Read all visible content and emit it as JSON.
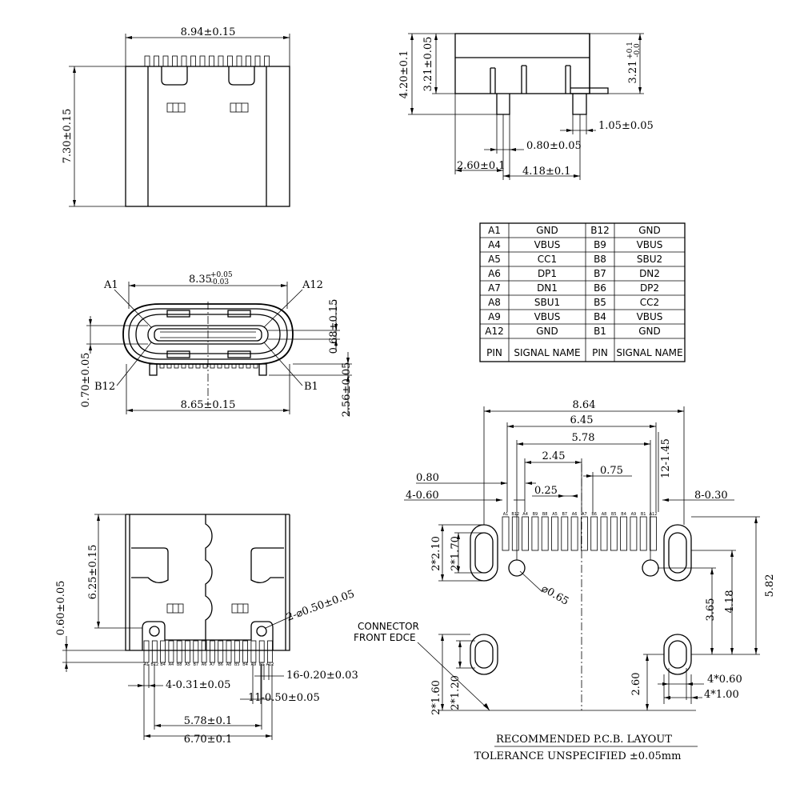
{
  "top_view": {
    "width": "8.94±0.15",
    "height": "7.30±0.15"
  },
  "side_view": {
    "height_total": "4.20±0.1",
    "height_body": "3.21±0.05",
    "height_right": "3.21",
    "height_right_tol_upper": "+0.1",
    "height_right_tol_lower": "-0.0",
    "tab": "1.05±0.05",
    "pin_width": "0.80±0.05",
    "front_offset": "2.60±0.1",
    "pin_span": "4.18±0.1"
  },
  "front_view": {
    "width_inner": "8.35",
    "width_inner_tol_upper": "+0.05",
    "width_inner_tol_lower": "-0.03",
    "width_outer": "8.65±0.15",
    "label_a1": "A1",
    "label_a12": "A12",
    "label_b12": "B12",
    "label_b1": "B1",
    "tongue": "0.68±0.15",
    "left_height": "0.70±0.05",
    "bottom_height": "2.56±0.05"
  },
  "pin_table": {
    "rows": [
      {
        "a_pin": "A1",
        "a_name": "GND",
        "b_pin": "B12",
        "b_name": "GND"
      },
      {
        "a_pin": "A4",
        "a_name": "VBUS",
        "b_pin": "B9",
        "b_name": "VBUS"
      },
      {
        "a_pin": "A5",
        "a_name": "CC1",
        "b_pin": "B8",
        "b_name": "SBU2"
      },
      {
        "a_pin": "A6",
        "a_name": "DP1",
        "b_pin": "B7",
        "b_name": "DN2"
      },
      {
        "a_pin": "A7",
        "a_name": "DN1",
        "b_pin": "B6",
        "b_name": "DP2"
      },
      {
        "a_pin": "A8",
        "a_name": "SBU1",
        "b_pin": "B5",
        "b_name": "CC2"
      },
      {
        "a_pin": "A9",
        "a_name": "VBUS",
        "b_pin": "B4",
        "b_name": "VBUS"
      },
      {
        "a_pin": "A12",
        "a_name": "GND",
        "b_pin": "B1",
        "b_name": "GND"
      }
    ],
    "footer": {
      "col1": "PIN",
      "col2": "SIGNAL NAME",
      "col3": "PIN",
      "col4": "SIGNAL NAME"
    }
  },
  "bottom_view": {
    "height": "6.25±0.15",
    "pin_height": "0.60±0.05",
    "holes": "2-⌀0.50±0.05",
    "pin_labels": [
      "A1",
      "B12",
      "B4",
      "A4",
      "B8",
      "A5",
      "B7",
      "A6",
      "A7",
      "B6",
      "A8",
      "B5",
      "B4",
      "A9",
      "B1",
      "A12"
    ],
    "d_pin_width": "4-0.31±0.05",
    "d_pitch16": "16-0.20±0.03",
    "d_pitch11": "11-0.50±0.05",
    "d_span1": "5.78±0.1",
    "d_span2": "6.70±0.1"
  },
  "pcb_layout": {
    "d_864": "8.64",
    "d_645": "6.45",
    "d_578": "5.78",
    "d_245": "2.45",
    "d_075": "0.75",
    "d_080": "0.80",
    "d_025": "0.25",
    "d_4060": "4-0.60",
    "d_121_45": "12-1.45",
    "d_8030": "8-0.30",
    "d_2210": "2*2.10",
    "d_2170": "2*1.70",
    "d_phi065": "⌀0.65",
    "d_365": "3.65",
    "d_418": "4.18",
    "d_582": "5.82",
    "connector_label_1": "CONNECTOR",
    "connector_label_2": "FRONT EDCE",
    "d_2160": "2*1.60",
    "d_2120": "2*1.20",
    "d_260": "2.60",
    "d_4060b": "4*0.60",
    "d_4100": "4*1.00",
    "pad_labels": [
      "A1",
      "B12",
      "A4",
      "B9",
      "B8",
      "A5",
      "B7",
      "A6",
      "A7",
      "B6",
      "A8",
      "B5",
      "B4",
      "A9",
      "B1",
      "A12"
    ],
    "title": "RECOMMENDED  P.C.B.  LAYOUT",
    "tolerance": "TOLERANCE UNSPECIFIED ±0.05mm"
  }
}
